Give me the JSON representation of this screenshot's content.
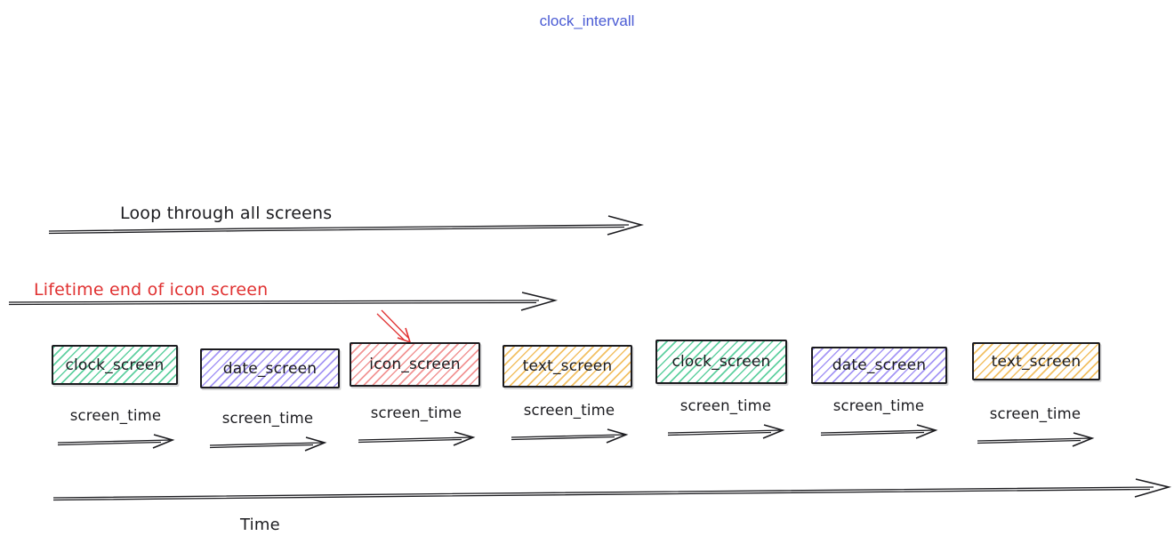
{
  "title": "clock_intervall",
  "loop_arrow": {
    "label": "Loop through all screens"
  },
  "lifetime_arrow": {
    "label": "Lifetime end of icon screen"
  },
  "screens": [
    {
      "label": "clock_screen",
      "color": "green"
    },
    {
      "label": "date_screen",
      "color": "purple"
    },
    {
      "label": "icon_screen",
      "color": "red"
    },
    {
      "label": "text_screen",
      "color": "yellow"
    },
    {
      "label": "clock_screen",
      "color": "green"
    },
    {
      "label": "date_screen",
      "color": "purple"
    },
    {
      "label": "text_screen",
      "color": "yellow"
    }
  ],
  "screen_times": [
    "screen_time",
    "screen_time",
    "screen_time",
    "screen_time",
    "screen_time",
    "screen_time",
    "screen_time"
  ],
  "time_axis": {
    "label": "Time"
  },
  "colors": {
    "title": "#4a5bd4",
    "annotation": "#e03131",
    "ink": "#1b1b1f",
    "green": "#5fd0a0",
    "purple": "#a596f5",
    "red": "#f19494",
    "yellow": "#f2c063"
  }
}
